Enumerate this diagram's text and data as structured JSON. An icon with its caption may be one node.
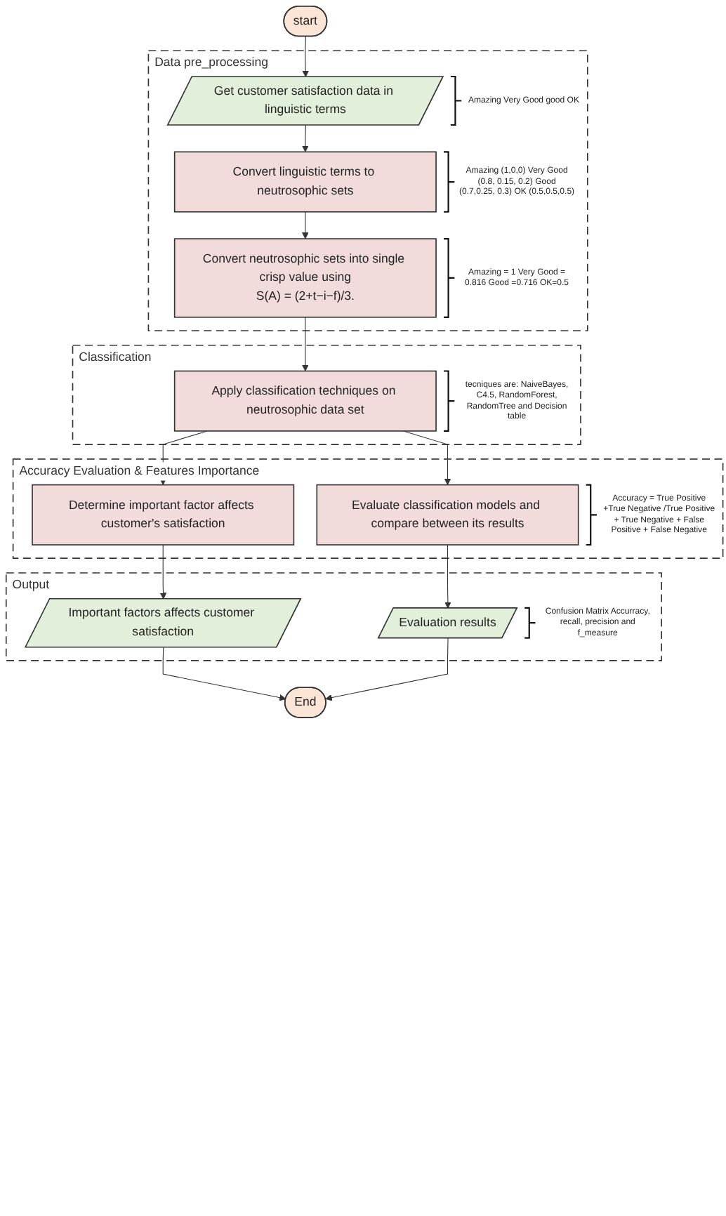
{
  "diagram": {
    "nodes": [
      {
        "text": [
          "start"
        ]
      },
      {
        "text": [
          "Data pre_processing"
        ]
      },
      {
        "text": [
          "Get customer satisfaction data in linguistic terms"
        ],
        "in": 1,
        "beside": [
          "Amazing Very Good good OK"
        ]
      },
      {
        "text": [
          "Convert linguistic terms to neutrosophic sets"
        ],
        "in": 1,
        "beside": [
          "Amazing (1,0,0) Very Good (0.8, 0.15, 0.2) Good (0.7,0.25, 0.3) OK (0.5,0.5,0.5)"
        ]
      },
      {
        "text": [
          "Convert neutrosophic sets into single crisp value using",
          "S(A) = (2+t−i−f)/3."
        ],
        "in": 1,
        "beside": [
          "Amazing = 1 Very Good = 0.816 Good =0.716 OK=0.5"
        ]
      },
      {
        "text": [
          "Classification"
        ]
      },
      {
        "text": [
          "Apply classification techniques on neutrosophic data set"
        ],
        "in": 5,
        "beside": [
          "tecniques are: NaiveBayes, C4.5, RandomForest, RandomTree and Decision table"
        ]
      },
      {
        "text": [
          "Accuracy Evaluation & Features Importance"
        ]
      },
      {
        "text": [
          "Determine important factor affects customer's satisfaction"
        ],
        "in": 7
      },
      {
        "text": [
          "Evaluate classification models and compare between its results"
        ],
        "in": 7,
        "beside": [
          "Accuracy = True Positive +True Negative /True Positive + True Negative + False Positive + False Negative"
        ]
      },
      {
        "text": [
          "Output"
        ]
      },
      {
        "text": [
          "Important factors affects customer satisfaction"
        ],
        "in": 10
      },
      {
        "text": [
          "Evaluation results"
        ],
        "in": 10,
        "beside": [
          "Confusion Matrix Accurracy, recall, precision and f_measure"
        ]
      },
      {
        "text": [
          "End"
        ]
      }
    ],
    "edges": [
      {
        "from": 0,
        "to": 2,
        "arrow": "to"
      },
      {
        "from": 2,
        "to": 3,
        "arrow": "to"
      },
      {
        "from": 3,
        "to": 4,
        "arrow": "to"
      },
      {
        "from": 4,
        "to": 6,
        "arrow": "to"
      },
      {
        "from": 6,
        "to": 8,
        "arrow": "to"
      },
      {
        "from": 6,
        "to": 9,
        "arrow": "to"
      },
      {
        "from": 8,
        "to": 11,
        "arrow": "to"
      },
      {
        "from": 9,
        "to": 12,
        "arrow": "to"
      },
      {
        "from": 11,
        "to": 13,
        "arrow": "to"
      },
      {
        "from": 12,
        "to": 13,
        "arrow": "to"
      }
    ]
  }
}
